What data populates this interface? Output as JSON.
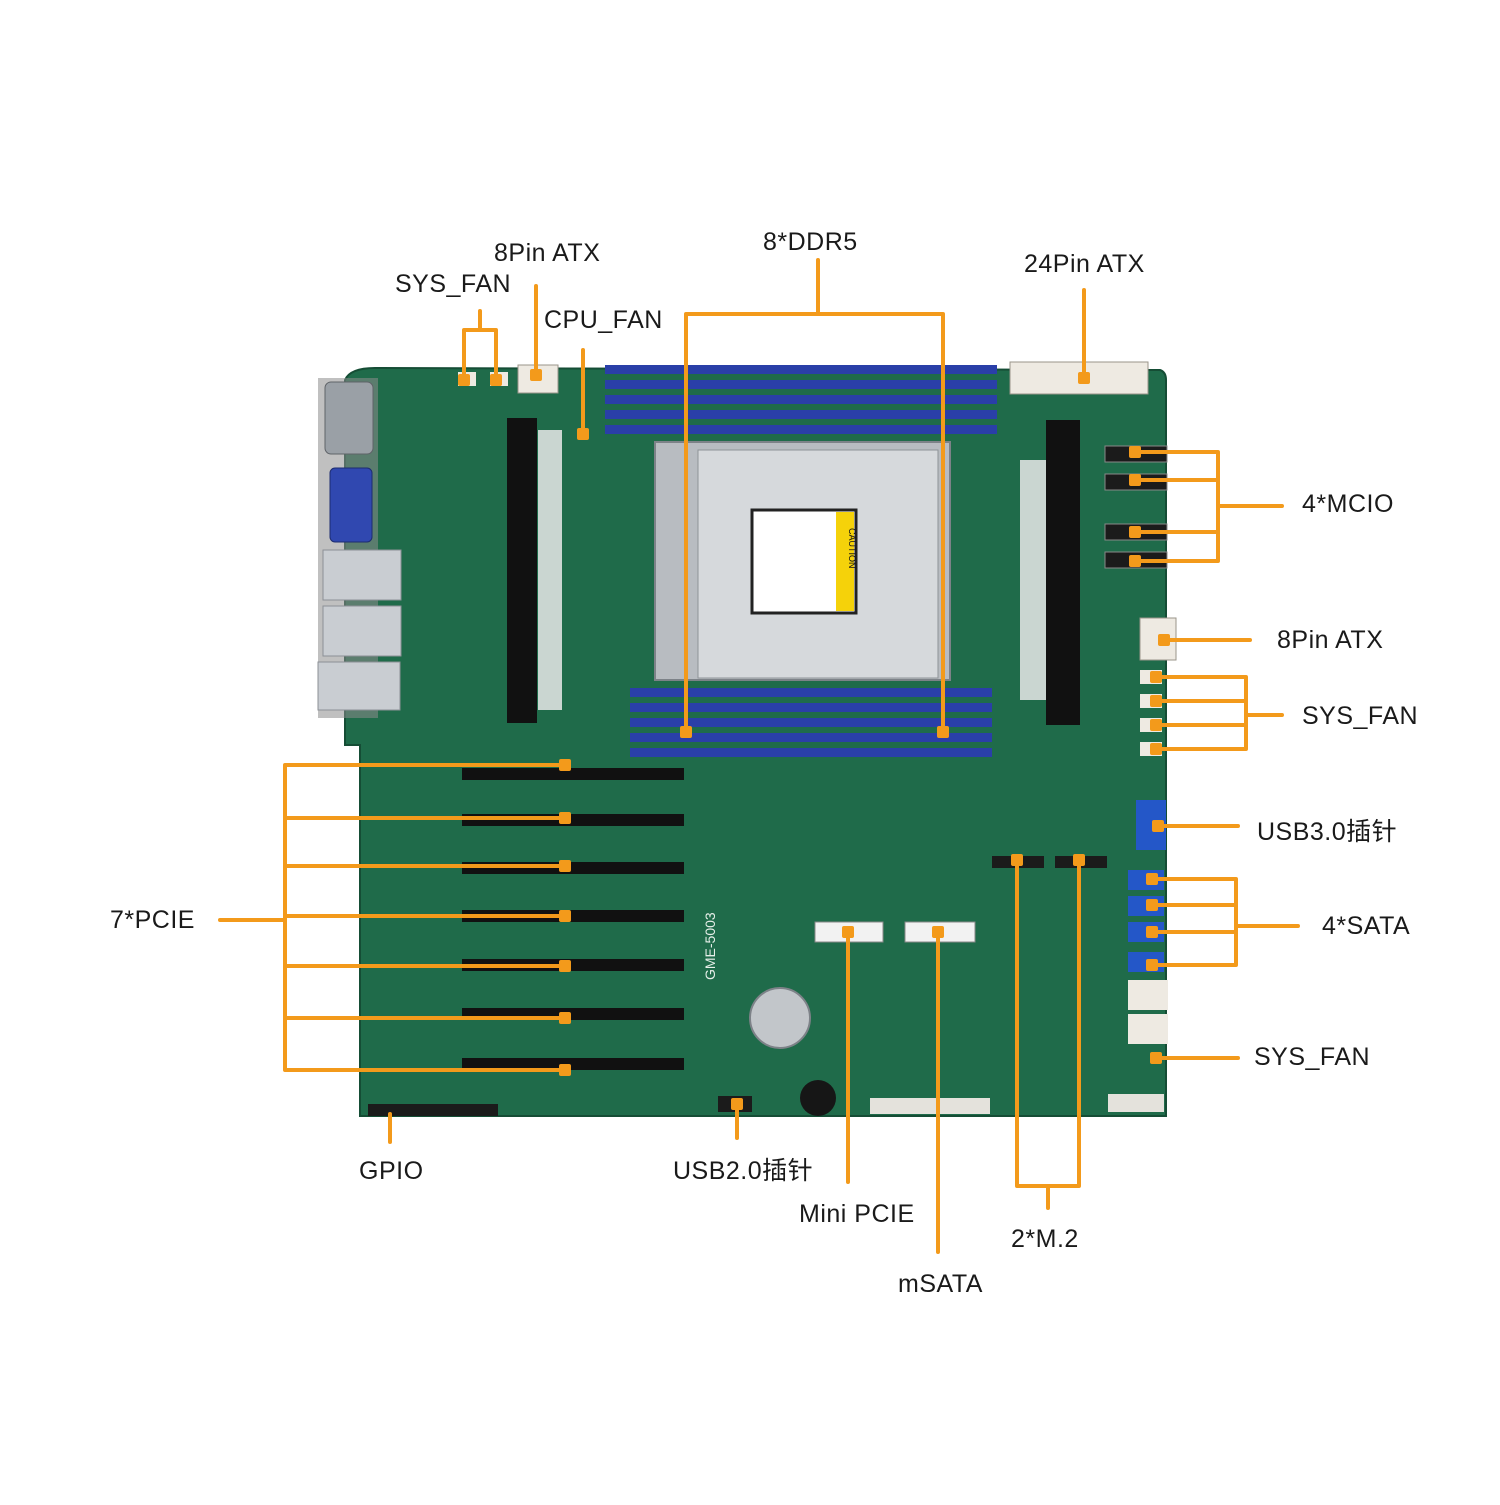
{
  "colors": {
    "background": "#ffffff",
    "pcb": "#1f6b4a",
    "callout": "#f39a1b",
    "dimm": "#2a3fa8",
    "slot": "#111111",
    "text": "#1a1a1a"
  },
  "board": {
    "model": "GME-5003",
    "cpu_caution": "CAUTION"
  },
  "labels": {
    "sys_fan_top": "SYS_FAN",
    "atx8_top": "8Pin ATX",
    "cpu_fan": "CPU_FAN",
    "ddr5": "8*DDR5",
    "atx24": "24Pin ATX",
    "mcio": "4*MCIO",
    "atx8_right": "8Pin ATX",
    "sys_fan_right": "SYS_FAN",
    "usb30": "USB3.0插针",
    "sata": "4*SATA",
    "sys_fan_bottom": "SYS_FAN",
    "pcie": "7*PCIE",
    "gpio": "GPIO",
    "usb20": "USB2.0插针",
    "minipcie": "Mini PCIE",
    "msata": "mSATA",
    "m2": "2*M.2"
  }
}
